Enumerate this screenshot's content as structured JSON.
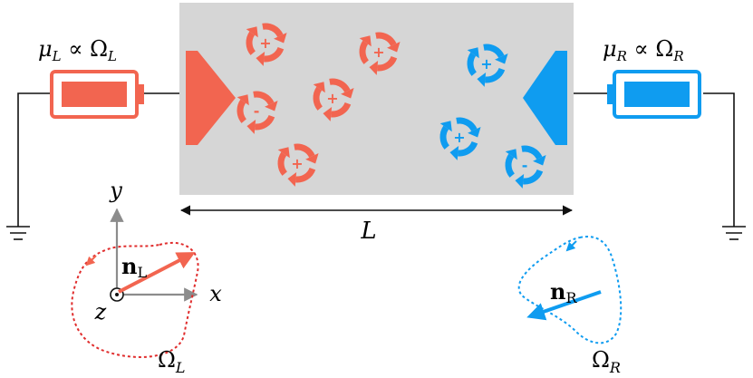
{
  "colors": {
    "left": "#F26550",
    "right": "#0F9CF0",
    "region": "#D6D6D6",
    "axis": "#8C8C8C",
    "wire": "#111111"
  },
  "labels": {
    "left_potential": {
      "mu": "μ",
      "sub": "L",
      "prop": " ∝ Ω",
      "sub2": "L"
    },
    "right_potential": {
      "mu": "μ",
      "sub": "R",
      "prop": " ∝ Ω",
      "sub2": "R"
    },
    "length": "L",
    "axes": {
      "x": "x",
      "y": "y",
      "z": "z"
    },
    "n_left": {
      "n": "n",
      "sub": "L"
    },
    "n_right": {
      "n": "n",
      "sub": "R"
    },
    "omega_left": {
      "omega": "Ω",
      "sub": "L"
    },
    "omega_right": {
      "omega": "Ω",
      "sub": "R"
    }
  },
  "vortices": [
    {
      "side": "left",
      "sign": "+"
    },
    {
      "side": "left",
      "sign": "+"
    },
    {
      "side": "left",
      "sign": "-"
    },
    {
      "side": "left",
      "sign": "+"
    },
    {
      "side": "left",
      "sign": "+"
    },
    {
      "side": "right",
      "sign": "+"
    },
    {
      "side": "right",
      "sign": "+"
    },
    {
      "side": "right",
      "sign": "-"
    }
  ],
  "icons": {
    "left_battery": "battery-icon",
    "right_battery": "battery-icon",
    "ground": "ground-icon",
    "vortex": "vortex-icon"
  }
}
